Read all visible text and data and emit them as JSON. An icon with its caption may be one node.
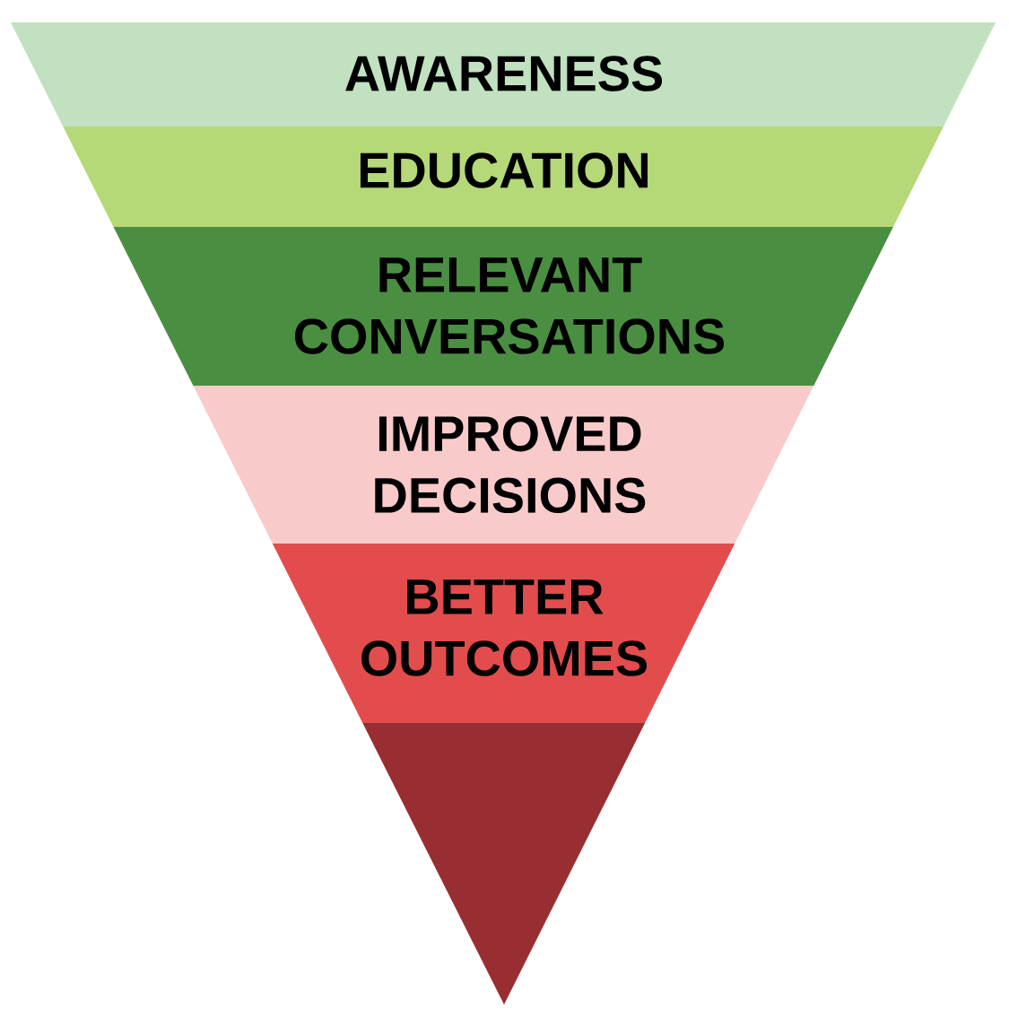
{
  "diagram": {
    "nodes": [
      {
        "text": [
          "AWARENESS"
        ]
      },
      {
        "text": [
          "EDUCATION"
        ]
      },
      {
        "text": [
          "RELEVANT CONVERSATIONS"
        ]
      },
      {
        "text": [
          "IMPROVED DECISIONS"
        ]
      },
      {
        "text": [
          "BETTER OUTCOMES"
        ]
      },
      {
        "text": [],
        "shape": "triangle"
      }
    ]
  }
}
